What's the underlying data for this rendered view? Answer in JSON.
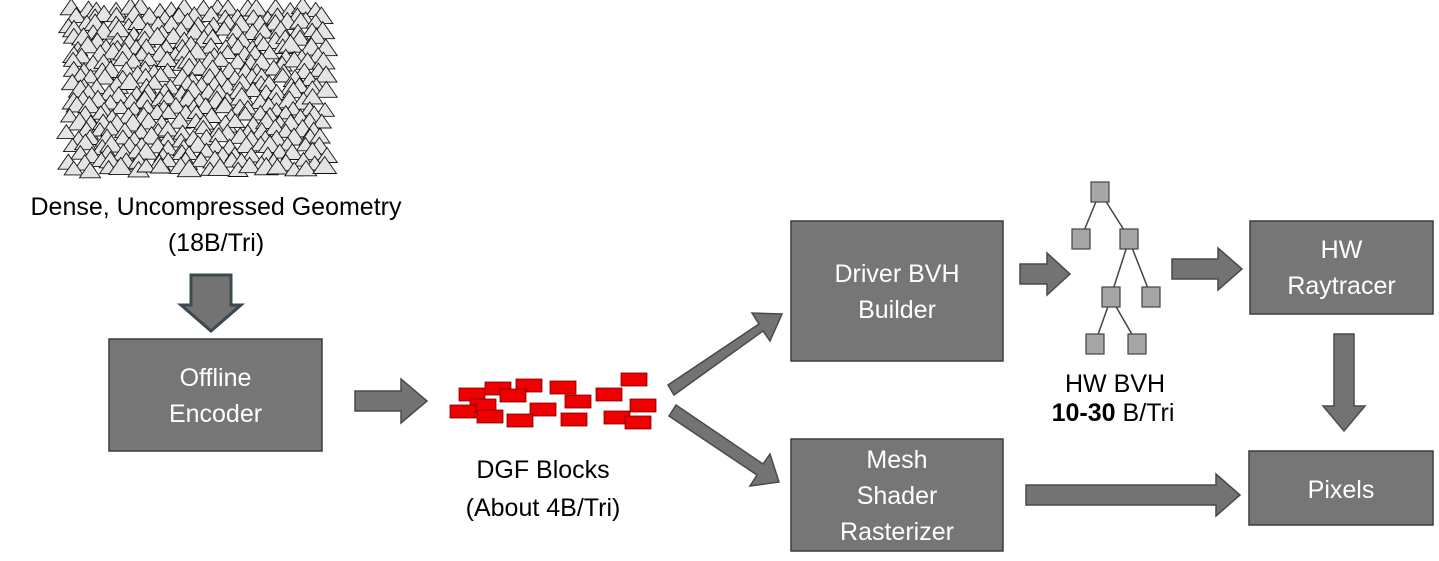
{
  "colors": {
    "box_fill": "#767676",
    "box_stroke": "#3d3d3d",
    "arrow_fill": "#737373",
    "arrow_stroke": "#4a4a4a",
    "block_fill": "#ee0000",
    "block_stroke": "#7a0000",
    "tree_node_fill": "#a6a6a6",
    "triangle_fill": "#e4e4e4",
    "text_on_box": "#ffffff",
    "text_label": "#000000"
  },
  "geometry_label": {
    "line1": "Dense, Uncompressed Geometry",
    "line2": "(18B/Tri)"
  },
  "offline_encoder": {
    "line1": "Offline",
    "line2": "Encoder"
  },
  "dgf_label": {
    "line1": "DGF Blocks",
    "line2": "(About 4B/Tri)"
  },
  "driver_bvh": {
    "line1": "Driver BVH",
    "line2": "Builder"
  },
  "mesh_shader": {
    "line1": "Mesh",
    "line2": "Shader",
    "line3": "Rasterizer"
  },
  "hw_bvh_label": {
    "line1": "HW BVH",
    "line2_bold": "10-30",
    "line2_rest": " B/Tri"
  },
  "hw_raytracer": {
    "line1": "HW",
    "line2": "Raytracer"
  },
  "pixels": {
    "label": "Pixels"
  },
  "icons": {
    "triangles": "dense-triangle-mesh-icon",
    "blocks": "dgf-blocks-icon",
    "tree": "bvh-tree-icon"
  }
}
